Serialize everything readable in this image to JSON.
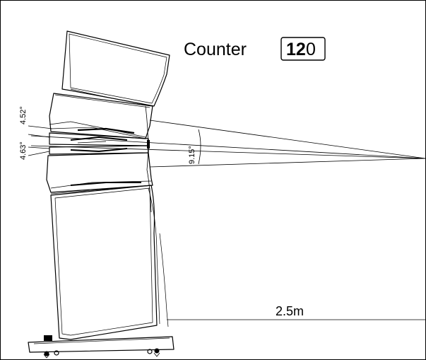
{
  "title": {
    "product": "Counter",
    "model_bold": "12",
    "model_light": "0"
  },
  "angles": {
    "upper_tilt": "4.52°",
    "lower_tilt": "4.63°",
    "dispersion": "9.15°"
  },
  "distance": {
    "label": "2.5m"
  },
  "colors": {
    "line": "#000000",
    "background": "#ffffff"
  }
}
